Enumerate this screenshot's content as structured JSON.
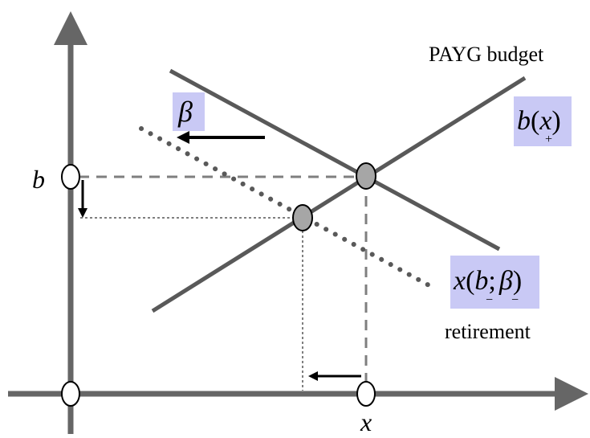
{
  "labels": {
    "payg_budget": "PAYG budget",
    "retirement": "retirement",
    "axis_b": "b",
    "axis_x": "x",
    "beta": "β",
    "bx_b": "b",
    "bx_open": "(",
    "bx_x": "x",
    "bx_close": ")",
    "bx_sign": "+",
    "xb_x": "x",
    "xb_open": "(",
    "xb_b": "b",
    "xb_semi": ";",
    "xb_beta": "β",
    "xb_close": ")",
    "xb_sign1": "−",
    "xb_sign2": "−"
  },
  "colors": {
    "axis": "#666666",
    "line": "#595959",
    "guide": "#7f7f7f",
    "dot_fill": "#a6a6a6",
    "label_bg": "#c9c9f5",
    "arrow": "#000000"
  }
}
